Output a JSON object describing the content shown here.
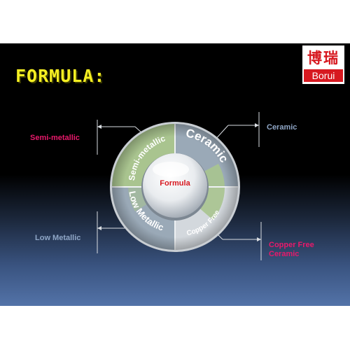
{
  "slide": {
    "title": "FORMULA:",
    "logo": {
      "chars": "博瑞",
      "word": "Borui"
    }
  },
  "diagram": {
    "center": "Formula",
    "segments": [
      {
        "label": "Semi-metallic",
        "color": "#a9c48f"
      },
      {
        "label": "Ceramic",
        "color": "#9aa9b7"
      },
      {
        "label": "Copper Free",
        "color": "#d3d8dd"
      },
      {
        "label": "Low Metallic",
        "color": "#9aa9b7"
      }
    ],
    "callouts": {
      "semi_metallic": "Semi-metallic",
      "ceramic": "Ceramic",
      "low_metallic": "Low Metallic",
      "copper_free_line1": "Copper Free",
      "copper_free_line2": "Ceramic"
    }
  },
  "colors": {
    "title": "#f5ef22",
    "accent_pink": "#e8196b",
    "muted_blue": "#8fa6c6",
    "logo_red": "#d71920"
  }
}
